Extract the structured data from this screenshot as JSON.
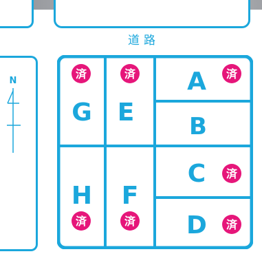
{
  "road": {
    "label": "道路"
  },
  "compass": {
    "letter": "N"
  },
  "plots": [
    {
      "id": "A",
      "status": "済"
    },
    {
      "id": "B",
      "status": ""
    },
    {
      "id": "C",
      "status": "済"
    },
    {
      "id": "D",
      "status": "済"
    },
    {
      "id": "E",
      "status": "済"
    },
    {
      "id": "F",
      "status": "済"
    },
    {
      "id": "G",
      "status": "済"
    },
    {
      "id": "H",
      "status": "済"
    }
  ],
  "colors": {
    "line": "#1ba7dc",
    "badge": "#e6167a",
    "label": "#1ba7dc"
  }
}
